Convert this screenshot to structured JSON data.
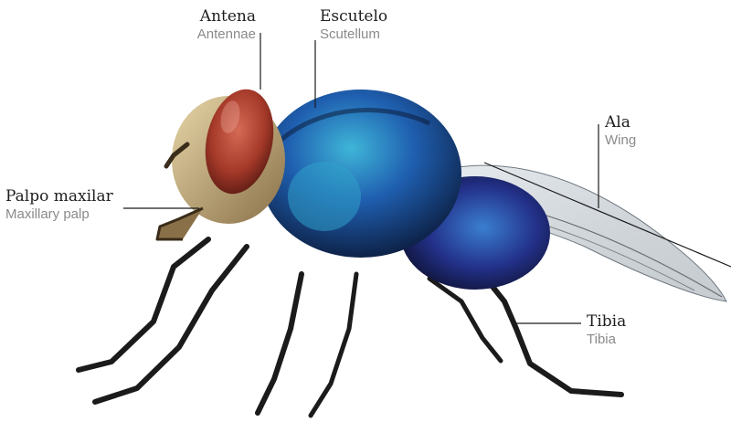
{
  "photo": {
    "subject": "blow-fly-icon"
  },
  "labels": {
    "antenna": {
      "pt": "Antena",
      "en": "Antennae"
    },
    "scutellum": {
      "pt": "Escutelo",
      "en": "Scutellum"
    },
    "wing": {
      "pt": "Ala",
      "en": "Wing"
    },
    "palp": {
      "pt": "Palpo maxilar",
      "en": "Maxillary palp"
    },
    "tibia": {
      "pt": "Tibia",
      "en": "Tibia"
    }
  },
  "colors": {
    "label": "#1e1e1e",
    "sublabel": "#8a8a8a",
    "leader": "#1a1a1a",
    "thorax": "#1f4fa8",
    "eye": "#a63a2a"
  }
}
